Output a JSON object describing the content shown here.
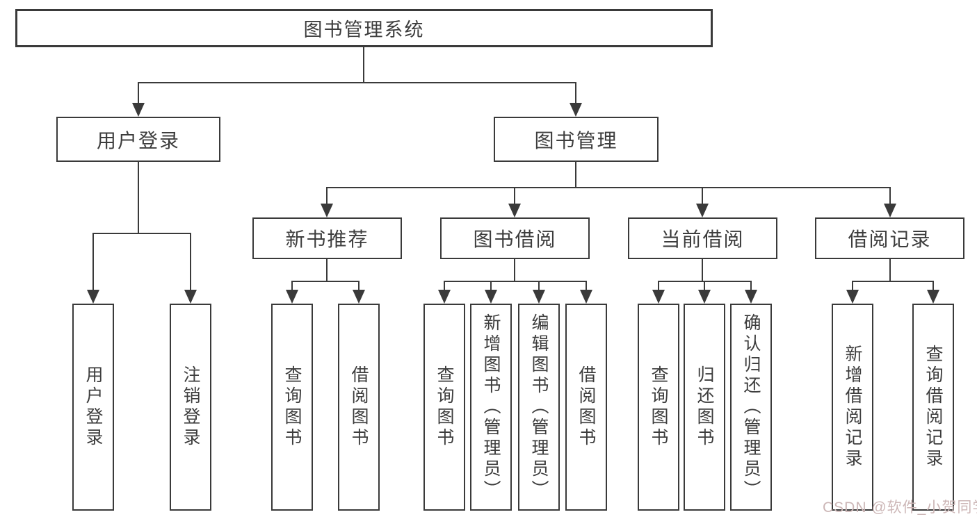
{
  "diagram": {
    "type": "hierarchy-tree",
    "root": {
      "label": "图书管理系统"
    },
    "level2": [
      {
        "label": "用户登录"
      },
      {
        "label": "图书管理"
      }
    ],
    "level3": [
      {
        "label": "新书推荐"
      },
      {
        "label": "图书借阅"
      },
      {
        "label": "当前借阅"
      },
      {
        "label": "借阅记录"
      }
    ],
    "leaves": {
      "user_login": [
        {
          "label": "用户登录"
        },
        {
          "label": "注销登录"
        }
      ],
      "new_books": [
        {
          "label": "查询图书"
        },
        {
          "label": "借阅图书"
        }
      ],
      "book_borrow": [
        {
          "label": "查询图书"
        },
        {
          "label": "新增图书（管理员）"
        },
        {
          "label": "编辑图书（管理员）"
        },
        {
          "label": "借阅图书"
        }
      ],
      "current_borrow": [
        {
          "label": "查询图书"
        },
        {
          "label": "归还图书"
        },
        {
          "label": "确认归还（管理员）"
        }
      ],
      "borrow_records": [
        {
          "label": "新增借阅记录"
        },
        {
          "label": "查询借阅记录"
        }
      ]
    },
    "watermark": "CSDN @软件_小贺同学",
    "colors": {
      "line": "#3a3a3a",
      "text": "#3d3d3d",
      "watermark": "#ccb6b6",
      "background": "#ffffff"
    }
  }
}
